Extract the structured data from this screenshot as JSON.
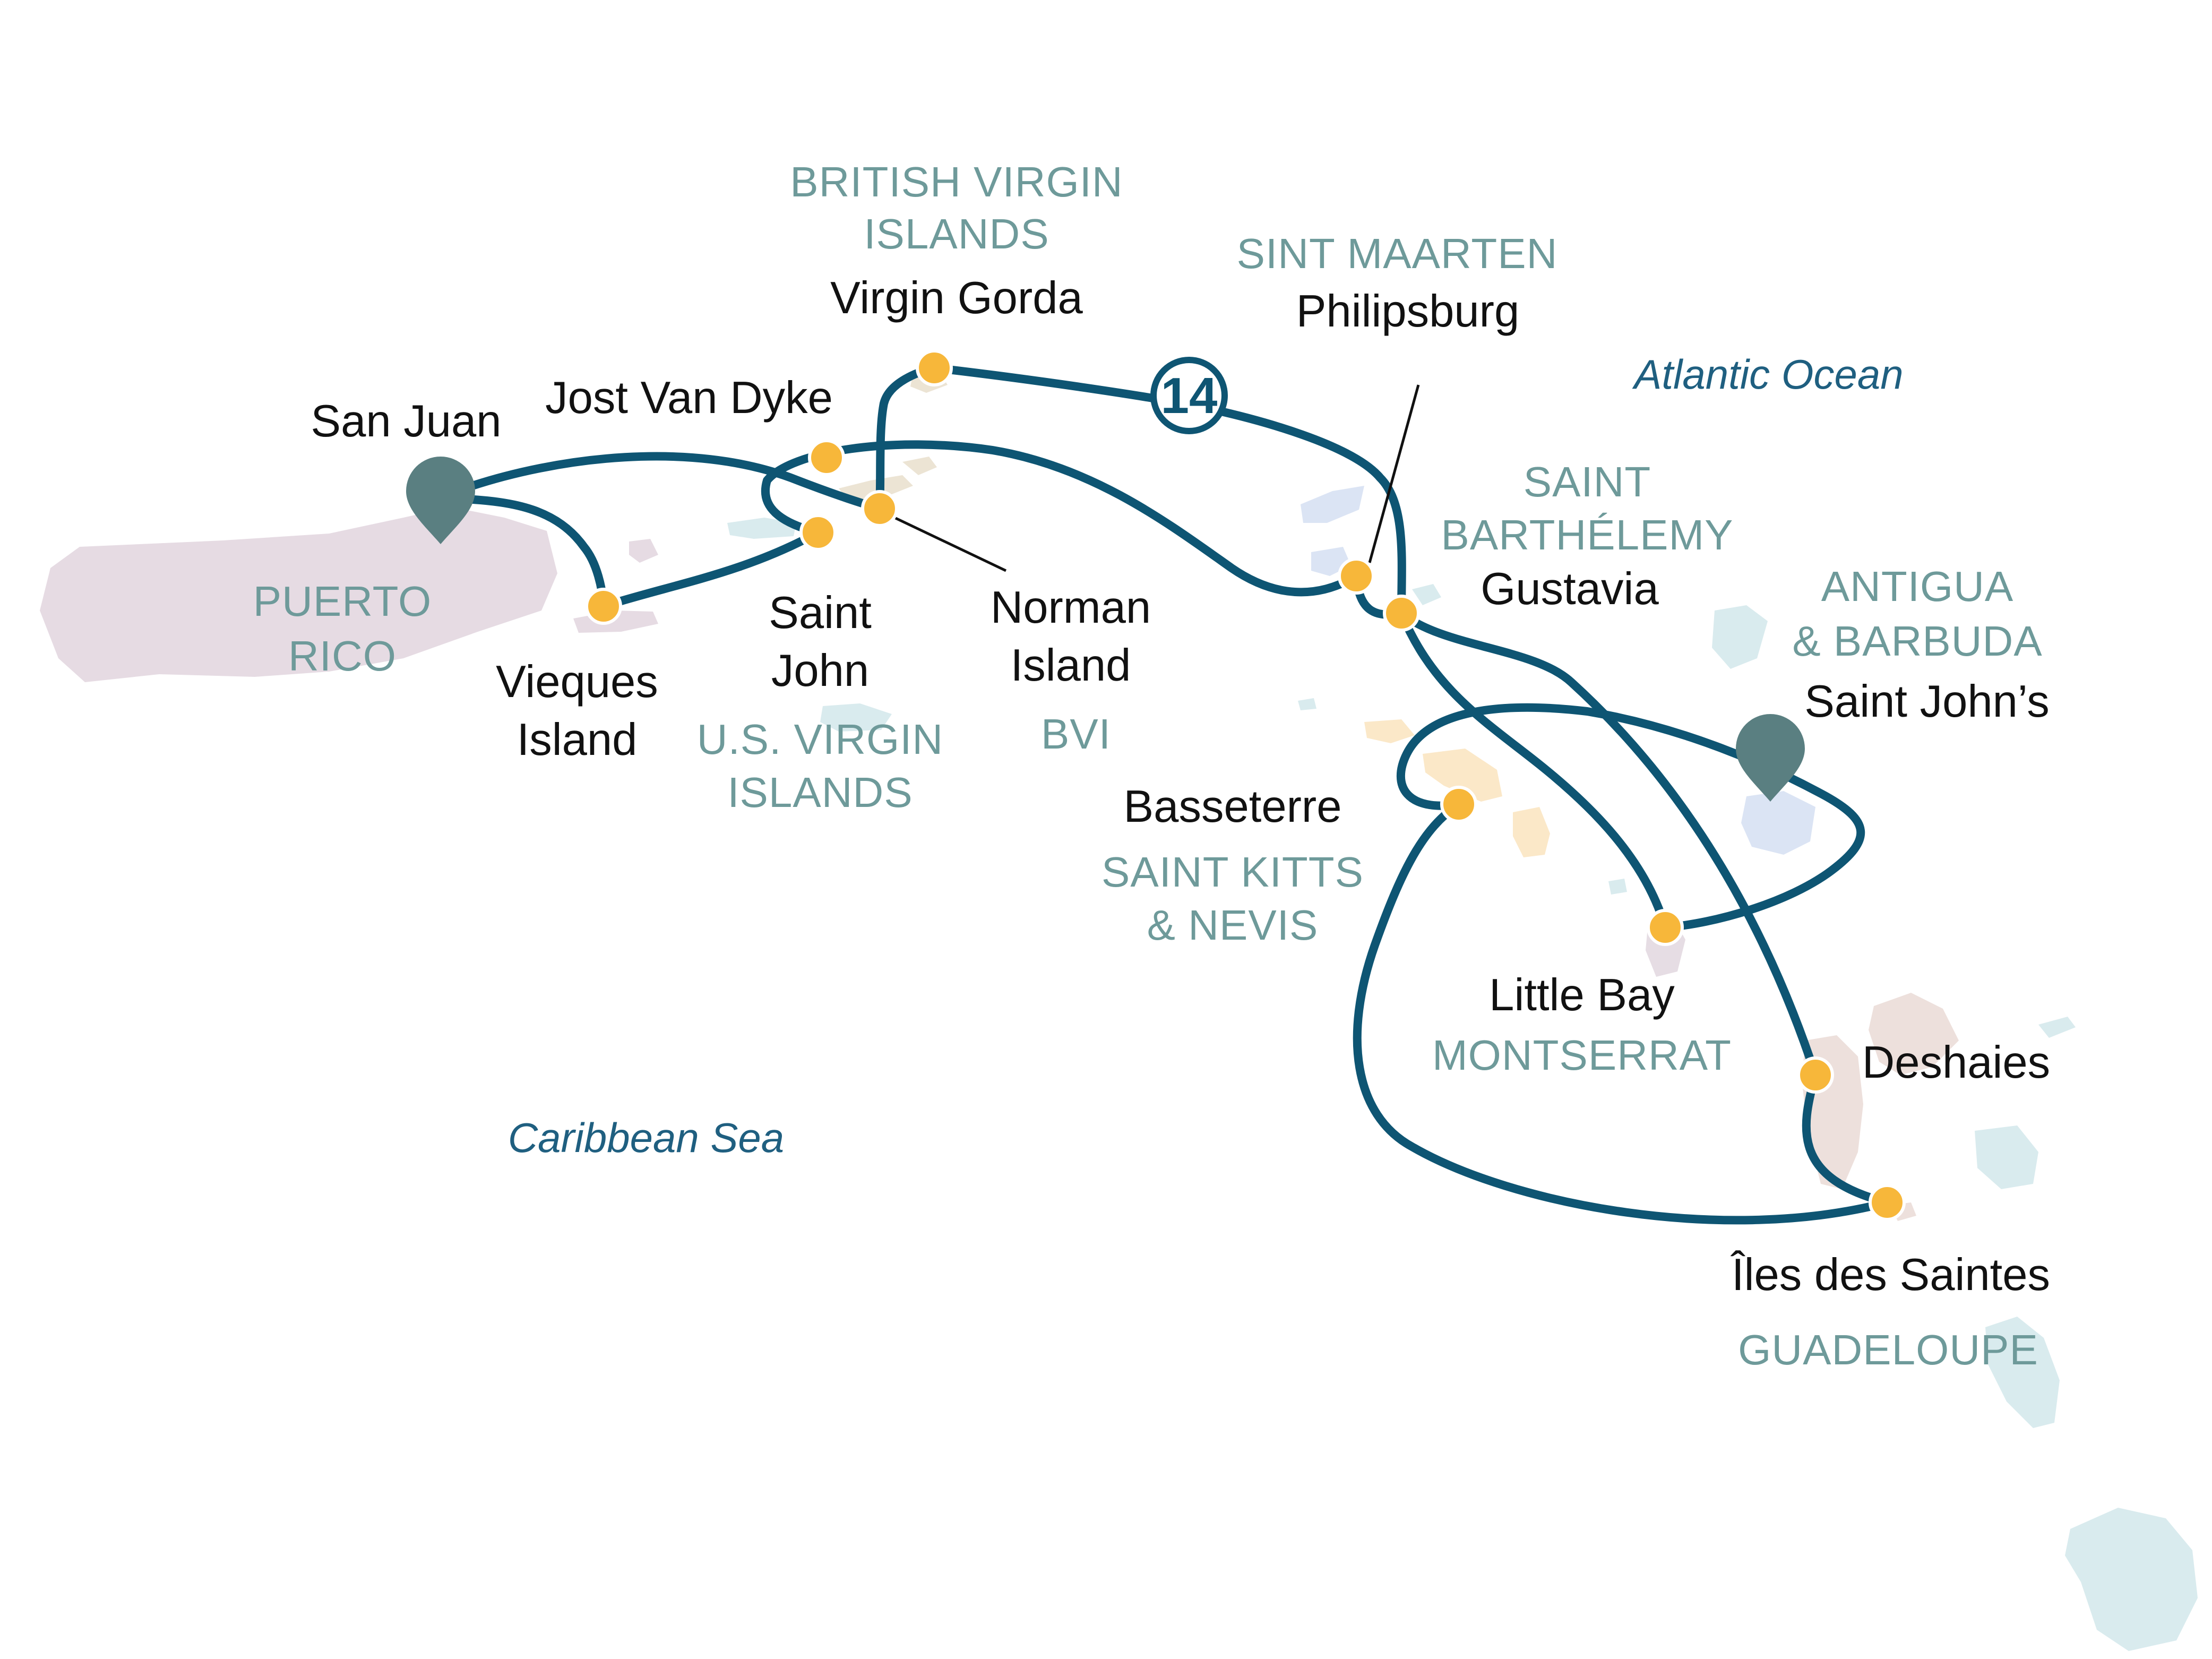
{
  "colors": {
    "route": "#0e5573",
    "port_dot": "#f7b73a",
    "region_text": "#6e9a9a",
    "sea_text": "#1f5f80",
    "marker": "#5a7f81",
    "puerto_rico_land": "#e6dbe3",
    "land_beige": "#ece4d4",
    "land_peach": "#fbe8c8",
    "land_blue": "#dbe4f4",
    "land_teal": "#d9ebee",
    "land_pink": "#e6dde4"
  },
  "route_markers": {
    "nights": "14"
  },
  "ports": [
    {
      "id": "san-juan",
      "label": "San Juan",
      "type": "start-end-marker"
    },
    {
      "id": "vieques",
      "label_line1": "Vieques",
      "label_line2": "Island"
    },
    {
      "id": "jost-van-dyke",
      "label": "Jost Van Dyke"
    },
    {
      "id": "virgin-gorda",
      "label": "Virgin Gorda"
    },
    {
      "id": "saint-john",
      "label_line1": "Saint",
      "label_line2": "John"
    },
    {
      "id": "norman-island",
      "label_line1": "Norman",
      "label_line2": "Island"
    },
    {
      "id": "philipsburg",
      "label": "Philipsburg"
    },
    {
      "id": "gustavia",
      "label": "Gustavia"
    },
    {
      "id": "saint-johns",
      "label": "Saint John’s",
      "type": "marker"
    },
    {
      "id": "basseterre",
      "label": "Basseterre"
    },
    {
      "id": "little-bay",
      "label": "Little Bay"
    },
    {
      "id": "deshaies",
      "label": "Deshaies"
    },
    {
      "id": "iles-des-saintes",
      "label": "Îles des Saintes"
    }
  ],
  "regions": {
    "puerto_rico": {
      "line1": "PUERTO",
      "line2": "RICO"
    },
    "bvi_full": {
      "line1": "BRITISH VIRGIN",
      "line2": "ISLANDS"
    },
    "usvi": {
      "line1": "U.S. VIRGIN",
      "line2": "ISLANDS"
    },
    "bvi_short": "BVI",
    "sint_maarten": "SINT MAARTEN",
    "saint_barthelemy": {
      "line1": "SAINT",
      "line2": "BARTHÉLEMY"
    },
    "antigua_barbuda": {
      "line1": "ANTIGUA",
      "line2": "& BARBUDA"
    },
    "saint_kitts_nevis": {
      "line1": "SAINT KITTS",
      "line2": "& NEVIS"
    },
    "montserrat": "MONTSERRAT",
    "guadeloupe": "GUADELOUPE"
  },
  "seas": {
    "atlantic": "Atlantic Ocean",
    "caribbean": "Caribbean Sea"
  }
}
